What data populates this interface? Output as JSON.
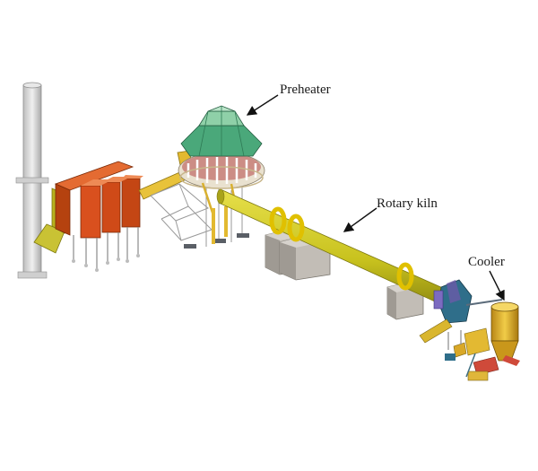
{
  "labels": {
    "preheater": "Preheater",
    "rotary_kiln": "Rotary kiln",
    "cooler": "Cooler"
  },
  "colors": {
    "kiln": "#c8c21e",
    "kiln_dark": "#8f8a10",
    "tire": "#e0c000",
    "preheater_roof": "#4aa87a",
    "preheater_top": "#8fd0a8",
    "bag_filter": "#d9501e",
    "bag_filter_dark": "#a8380f",
    "stack": "#d4d4d4",
    "pier": "#b9b4ad",
    "cooler": "#e2b32a",
    "burner": "#2f6e8a",
    "steel": "#c9a64a"
  }
}
